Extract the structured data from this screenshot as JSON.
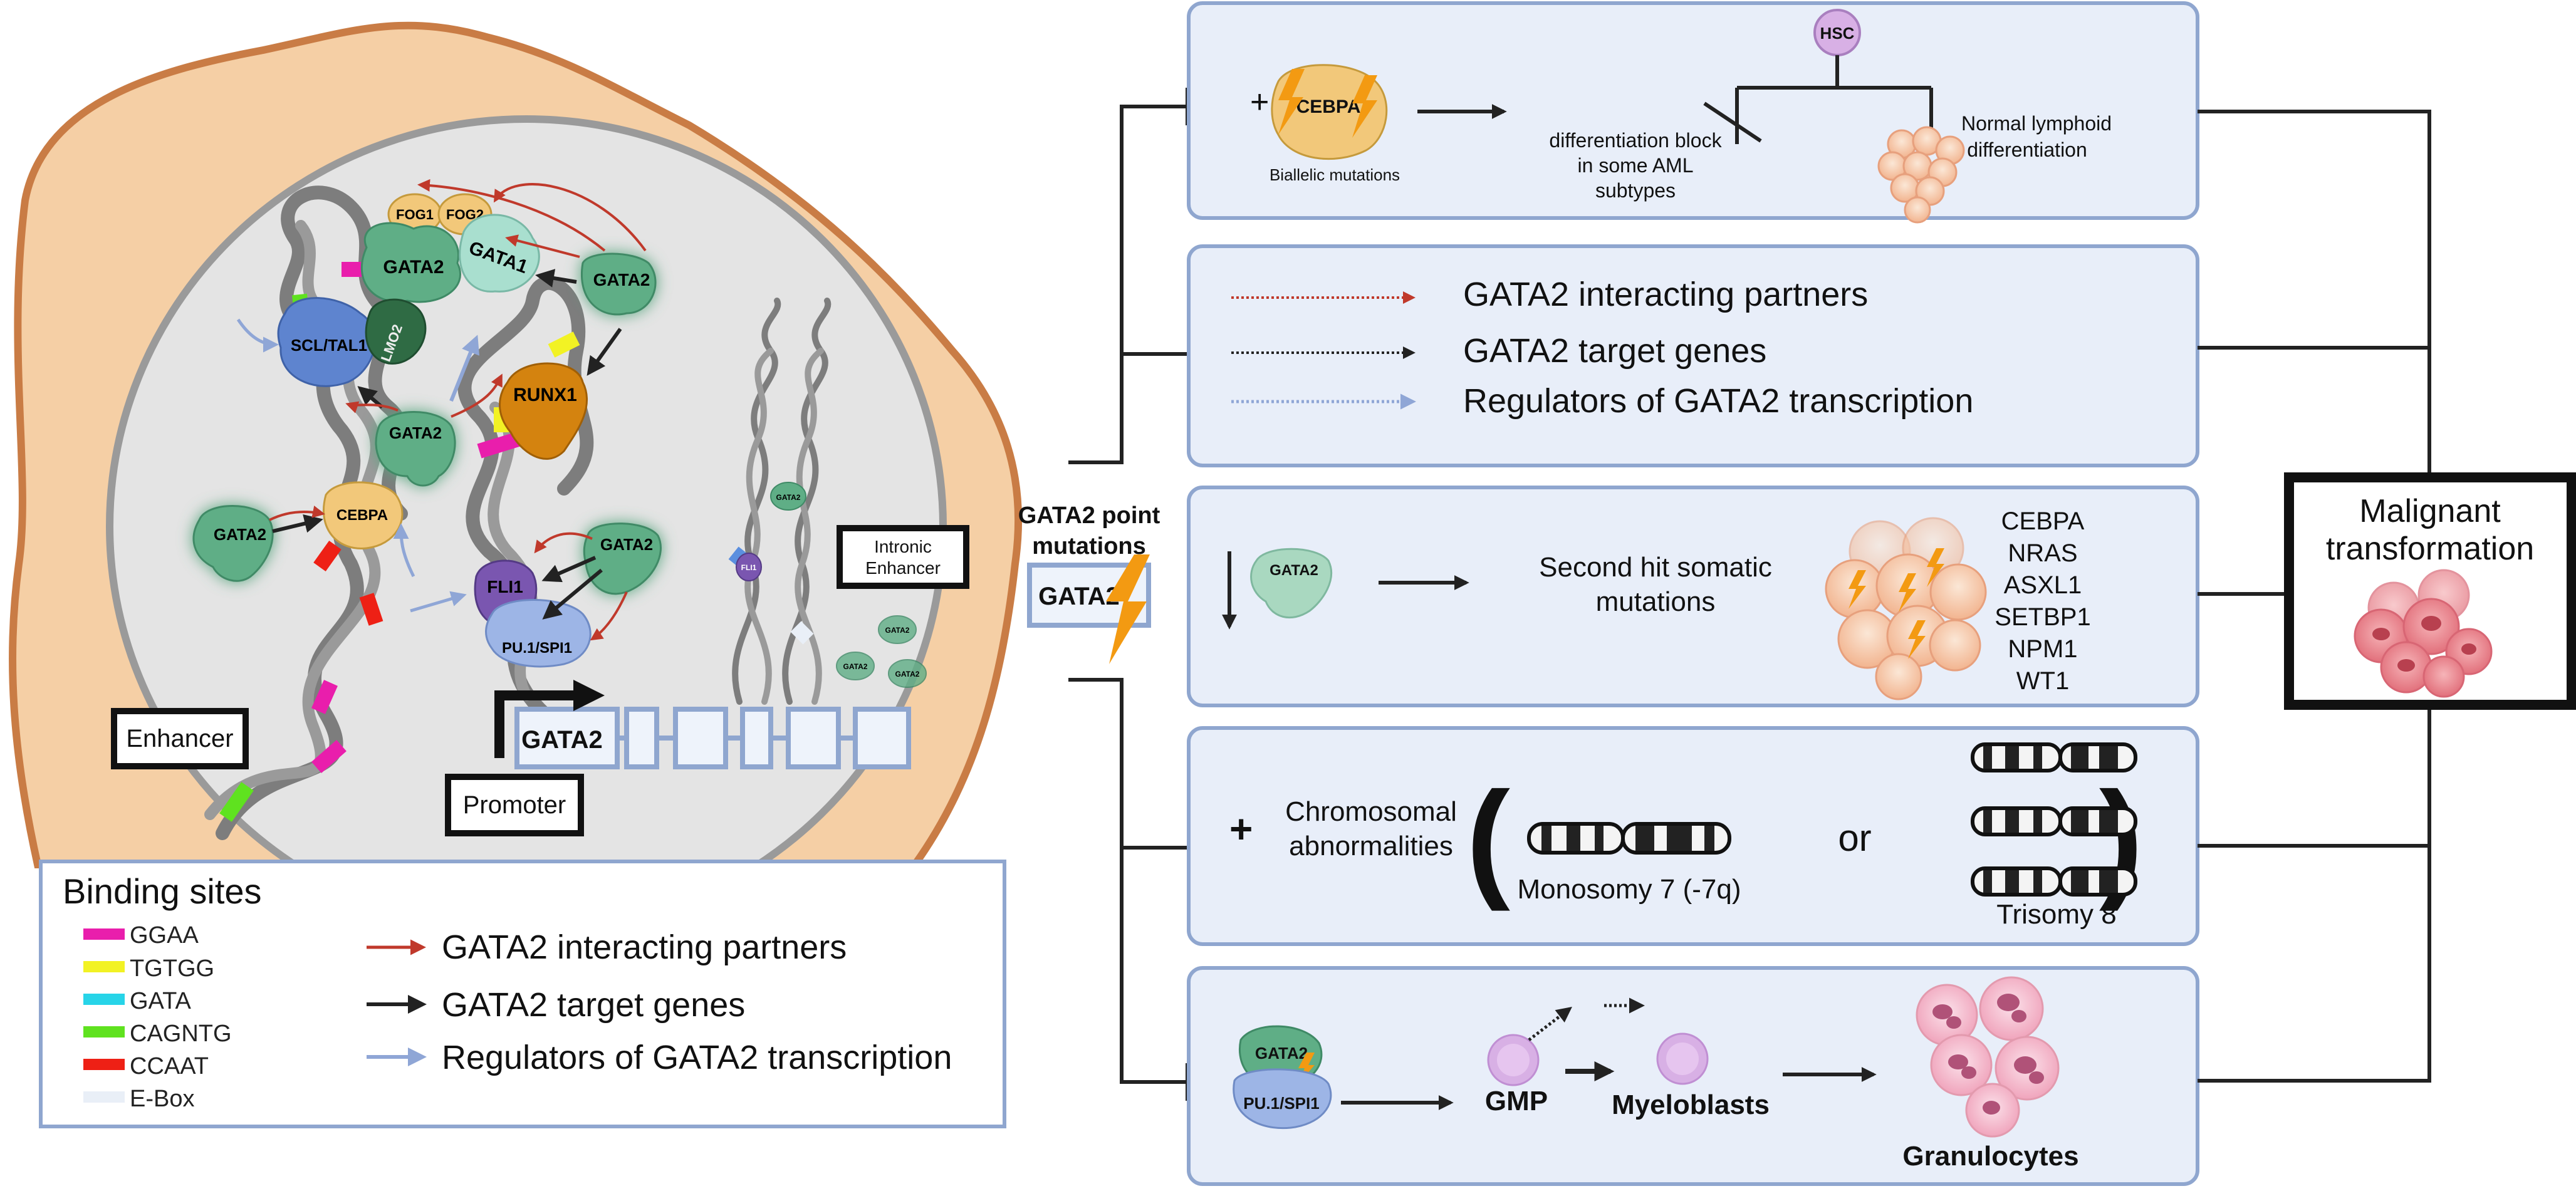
{
  "colors": {
    "panel_fill": "#e8eef9",
    "panel_stroke": "#8fa6cf",
    "cell_outer": "#f5cfa5",
    "cell_border": "#c97c45",
    "nucleus_fill": "#e4e4e4",
    "nucleus_border": "#9a9a9a",
    "gata2_protein": "#5fae86",
    "arrow_partner": "#c0392b",
    "arrow_target": "#222222",
    "arrow_regulator": "#8fa6d6",
    "site_ggaa": "#e91eac",
    "site_tgtgg": "#f2f224",
    "site_gata": "#27d4e8",
    "site_cagntg": "#5fe21f",
    "site_ccaat": "#ee2015",
    "site_ebox": "#e9eff7"
  },
  "nucleus": {
    "proteins": {
      "fog1": "FOG1",
      "fog2": "FOG2",
      "gata1": "GATA1",
      "gata2_complex": "GATA2",
      "scl_tal1": "SCL/TAL1",
      "lmo2": "LMO2",
      "gata2_right": "GATA2",
      "runx1": "RUNX1",
      "gata2_mid": "GATA2",
      "gata2_left": "GATA2",
      "cebpa": "CEBPA",
      "gata2_fli": "GATA2",
      "fli1": "FLI1",
      "pu1": "PU.1/SPI1",
      "gata2_small_top": "GATA2",
      "fli1_small": "FLI1",
      "gata2_small_1": "GATA2",
      "gata2_small_2": "GATA2",
      "gata2_small_3": "GATA2"
    },
    "labels": {
      "enhancer": "Enhancer",
      "promoter": "Promoter",
      "gene": "GATA2",
      "intronic_enhancer_line1": "Intronic",
      "intronic_enhancer_line2": "Enhancer"
    }
  },
  "legend": {
    "title": "Binding sites",
    "sites": [
      "GGAA",
      "TGTGG",
      "GATA",
      "CAGNTG",
      "CCAAT",
      "E-Box"
    ],
    "arrows": [
      "GATA2 interacting partners",
      "GATA2 target genes",
      "Regulators of GATA2 transcription"
    ]
  },
  "center": {
    "title_line1": "GATA2 point",
    "title_line2": "mutations",
    "box_label": "GATA2"
  },
  "panel1": {
    "plus": "+",
    "protein": "CEBPA",
    "caption": "Biallelic mutations",
    "hsc": "HSC",
    "block_line1": "differentiation block",
    "block_line2": "in some AML",
    "block_line3": "subtypes",
    "normal_line1": "Normal lymphoid",
    "normal_line2": "differentiation"
  },
  "panel2": {
    "items": [
      "GATA2 interacting partners",
      "GATA2 target genes",
      "Regulators of GATA2 transcription"
    ]
  },
  "panel3": {
    "protein": "GATA2",
    "text_line1": "Second hit somatic",
    "text_line2": "mutations",
    "genes": [
      "CEBPA",
      "NRAS",
      "ASXL1",
      "SETBP1",
      "NPM1",
      "WT1"
    ]
  },
  "panel4": {
    "plus": "+",
    "text_line1": "Chromosomal",
    "text_line2": "abnormalities",
    "monosomy": "Monosomy 7 (-7q)",
    "or": "or",
    "trisomy": "Trisomy 8"
  },
  "panel5": {
    "protein_top": "GATA2",
    "protein_bottom": "PU.1/SPI1",
    "gmp": "GMP",
    "myeloblasts": "Myeloblasts",
    "granulocytes": "Granulocytes"
  },
  "outcome": {
    "line1": "Malignant",
    "line2": "transformation"
  }
}
